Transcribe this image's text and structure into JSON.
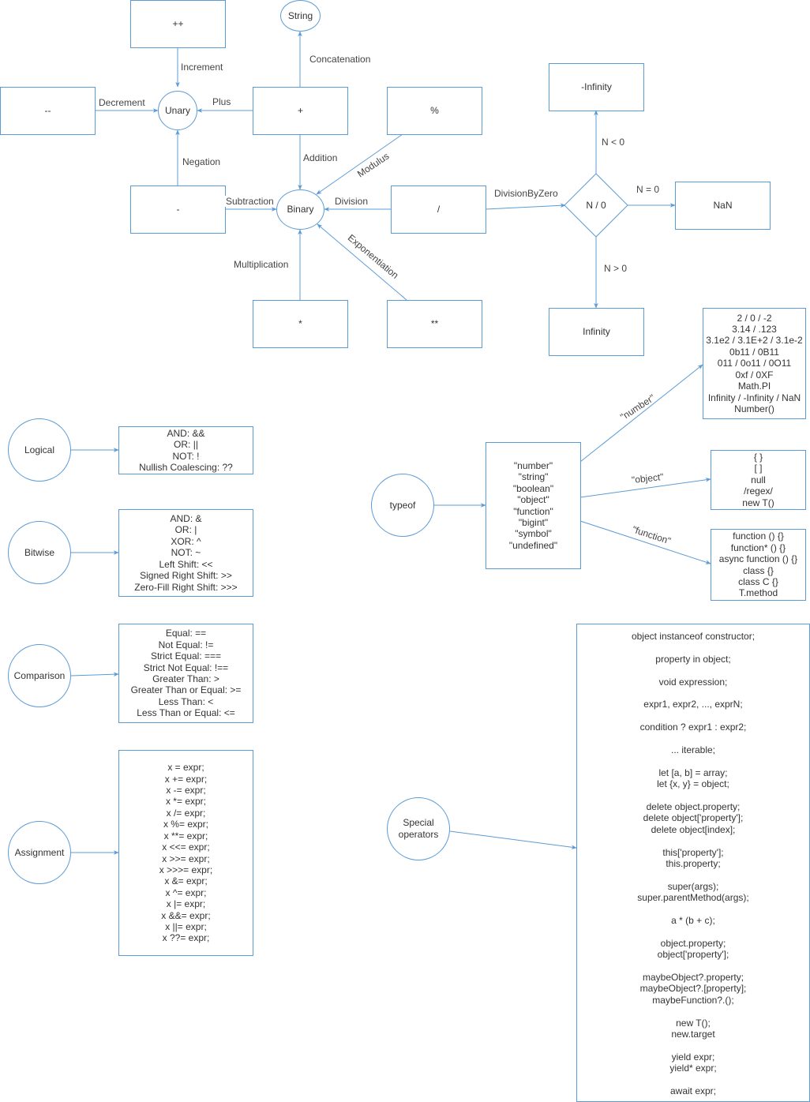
{
  "unary": {
    "center": "Unary",
    "increment_op": "++",
    "decrement_op": "--",
    "plus_op": "+",
    "minus_op": "-",
    "increment_label": "Increment",
    "decrement_label": "Decrement",
    "plus_label": "Plus",
    "negation_label": "Negation"
  },
  "string_node": "String",
  "concatenation_label": "Concatenation",
  "binary": {
    "center": "Binary",
    "addition_label": "Addition",
    "subtraction_label": "Subtraction",
    "division_label": "Division",
    "multiplication_label": "Multiplication",
    "modulus_label": "Modulus",
    "exponentiation_label": "Exponentiation",
    "modulus_op": "%",
    "division_op": "/",
    "multiplication_op": "*",
    "exponentiation_op": "**"
  },
  "division_by_zero": {
    "edge_label": "DivisionByZero",
    "decision": "N / 0",
    "neg_label": "N < 0",
    "zero_label": "N = 0",
    "pos_label": "N > 0",
    "neg_result": "-Infinity",
    "zero_result": "NaN",
    "pos_result": "Infinity"
  },
  "logical": {
    "name": "Logical",
    "items": [
      "AND: &&",
      "OR: ||",
      "NOT: !",
      "Nullish Coalescing: ??"
    ]
  },
  "bitwise": {
    "name": "Bitwise",
    "items": [
      "AND: &",
      "OR: |",
      "XOR: ^",
      "NOT: ~",
      "Left Shift: <<",
      "Signed Right Shift: >>",
      "Zero-Fill Right Shift: >>>"
    ]
  },
  "comparison": {
    "name": "Comparison",
    "items": [
      "Equal: ==",
      "Not Equal: !=",
      "Strict Equal: ===",
      "Strict Not Equal: !==",
      "Greater Than: >",
      "Greater Than or Equal: >=",
      "Less Than: <",
      "Less Than or Equal: <="
    ]
  },
  "assignment": {
    "name": "Assignment",
    "items": [
      "x = expr;",
      "x += expr;",
      "x -= expr;",
      "x *= expr;",
      "x /= expr;",
      "x %= expr;",
      "x **= expr;",
      "x <<= expr;",
      "x >>= expr;",
      "x >>>= expr;",
      "x &= expr;",
      "x ^= expr;",
      "x |= expr;",
      "x &&= expr;",
      "x ||= expr;",
      "x ??= expr;"
    ]
  },
  "typeof": {
    "name": "typeof",
    "results": [
      "\"number\"",
      "\"string\"",
      "\"boolean\"",
      "\"object\"",
      "\"function\"",
      "\"bigint\"",
      "\"symbol\"",
      "\"undefined\""
    ],
    "number_label": "\"number\"",
    "object_label": "\"object\"",
    "function_label": "\"function\"",
    "number_examples": [
      "2 / 0 / -2",
      "3.14 / .123",
      "3.1e2 / 3.1E+2 / 3.1e-2",
      "0b11 / 0B11",
      "011 / 0o11 / 0O11",
      "0xf / 0XF",
      "Math.PI",
      "Infinity / -Infinity / NaN",
      "Number()"
    ],
    "object_examples": [
      "{ }",
      "[ ]",
      "null",
      "/regex/",
      "new T()"
    ],
    "function_examples": [
      "function () {}",
      "function* () {}",
      "async function () {}",
      "class {}",
      "class C {}",
      "T.method"
    ]
  },
  "special": {
    "name_line1": "Special",
    "name_line2": "operators",
    "lines": [
      "object instanceof constructor;",
      "",
      "property in object;",
      "",
      "void expression;",
      "",
      "expr1, expr2, ..., exprN;",
      "",
      "condition ? expr1 : expr2;",
      "",
      "... iterable;",
      "",
      "let [a, b] = array;",
      "let {x, y} = object;",
      "",
      "delete object.property;",
      "delete object['property'];",
      "delete object[index];",
      "",
      "this['property'];",
      "this.property;",
      "",
      "super(args);",
      "super.parentMethod(args);",
      "",
      "a * (b + c);",
      "",
      "object.property;",
      "object['property'];",
      "",
      "maybeObject?.property;",
      "maybeObject?.[property];",
      "maybeFunction?.();",
      "",
      "new T();",
      "new.target",
      "",
      "yield expr;",
      "yield* expr;",
      "",
      "await expr;"
    ]
  },
  "colors": {
    "stroke": "#5b9bd5",
    "text": "#333333"
  }
}
